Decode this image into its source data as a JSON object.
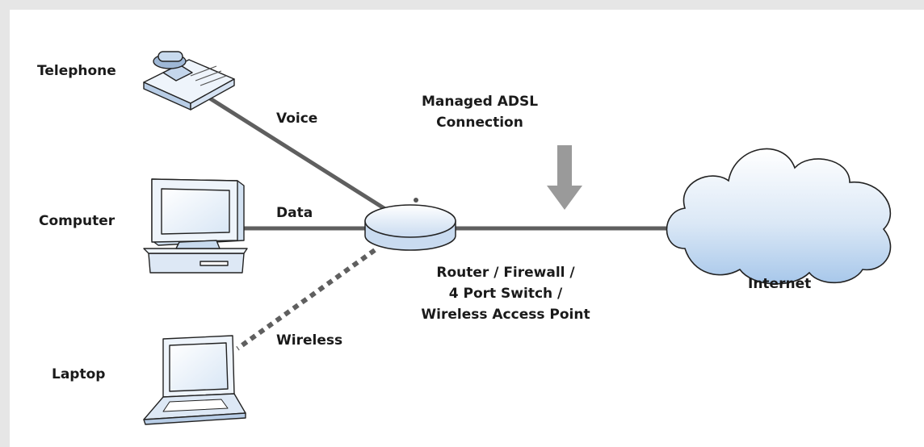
{
  "devices": {
    "telephone": "Telephone",
    "computer": "Computer",
    "laptop": "Laptop",
    "internet": "Internet"
  },
  "links": {
    "voice": "Voice",
    "data": "Data",
    "wireless": "Wireless"
  },
  "router": {
    "line1": "Router / Firewall /",
    "line2": "4 Port Switch /",
    "line3": "Wireless Access Point"
  },
  "adsl": {
    "line1": "Managed ADSL",
    "line2": "Connection"
  },
  "colors": {
    "link": "#5f5f5f",
    "arrow": "#9a9a9a",
    "cloud_top": "#ffffff",
    "cloud_bottom": "#a9c9ea",
    "router_top": "#ffffff",
    "router_edge": "#c5d8ef"
  }
}
